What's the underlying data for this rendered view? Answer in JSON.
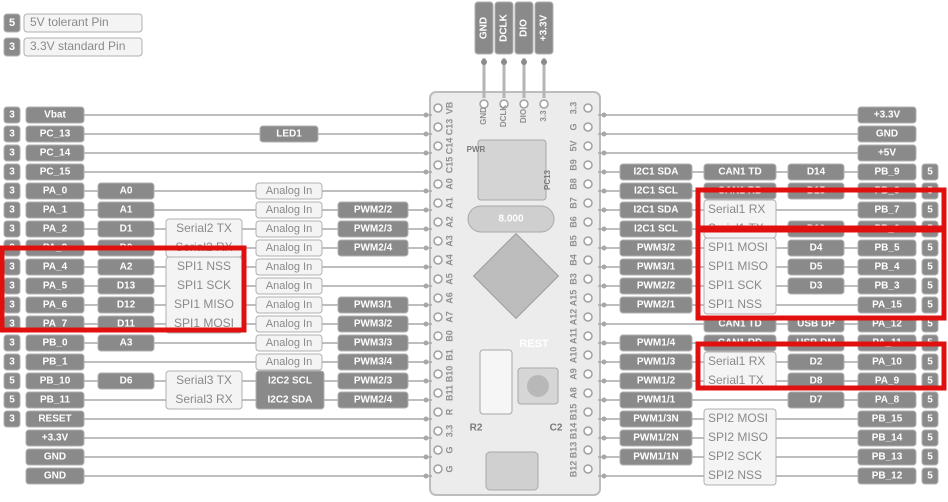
{
  "legend": [
    {
      "num": "5",
      "text": "5V tolerant Pin"
    },
    {
      "num": "3",
      "text": "3.3V standard Pin"
    }
  ],
  "top_header": [
    "GND",
    "DCLK",
    "DIO",
    "+3.3V"
  ],
  "left_pins": [
    {
      "volt": "3",
      "name": "Vbat",
      "tags": [],
      "led": "",
      "analog": "",
      "pwm": ""
    },
    {
      "volt": "3",
      "name": "PC_13",
      "tags": [],
      "led": "LED1",
      "analog": "",
      "pwm": ""
    },
    {
      "volt": "3",
      "name": "PC_14",
      "tags": [],
      "led": "",
      "analog": "",
      "pwm": ""
    },
    {
      "volt": "3",
      "name": "PC_15",
      "tags": [],
      "led": "",
      "analog": "",
      "pwm": ""
    },
    {
      "volt": "3",
      "name": "PA_0",
      "tags": [
        "A0"
      ],
      "led": "",
      "analog": "Analog In",
      "pwm": ""
    },
    {
      "volt": "3",
      "name": "PA_1",
      "tags": [
        "A1"
      ],
      "led": "",
      "analog": "Analog In",
      "pwm": "PWM2/2"
    },
    {
      "volt": "3",
      "name": "PA_2",
      "tags": [
        "D1"
      ],
      "led": "",
      "analog": "Analog In",
      "pwm": "PWM2/3"
    },
    {
      "volt": "3",
      "name": "PA_3",
      "tags": [
        "D0"
      ],
      "led": "",
      "analog": "Analog In",
      "pwm": "PWM2/4"
    },
    {
      "volt": "3",
      "name": "PA_4",
      "tags": [
        "A2"
      ],
      "led": "",
      "analog": "Analog In",
      "pwm": ""
    },
    {
      "volt": "3",
      "name": "PA_5",
      "tags": [
        "D13"
      ],
      "led": "",
      "analog": "Analog In",
      "pwm": ""
    },
    {
      "volt": "3",
      "name": "PA_6",
      "tags": [
        "D12"
      ],
      "led": "",
      "analog": "Analog In",
      "pwm": "PWM3/1"
    },
    {
      "volt": "3",
      "name": "PA_7",
      "tags": [
        "D11"
      ],
      "led": "",
      "analog": "Analog In",
      "pwm": "PWM3/2"
    },
    {
      "volt": "3",
      "name": "PB_0",
      "tags": [
        "A3"
      ],
      "led": "",
      "analog": "Analog In",
      "pwm": "PWM3/3"
    },
    {
      "volt": "3",
      "name": "PB_1",
      "tags": [],
      "led": "",
      "analog": "Analog In",
      "pwm": "PWM3/4"
    },
    {
      "volt": "5",
      "name": "PB_10",
      "tags": [
        "D6"
      ],
      "led": "",
      "analog": "",
      "pwm": "PWM2/3"
    },
    {
      "volt": "5",
      "name": "PB_11",
      "tags": [],
      "led": "",
      "analog": "",
      "pwm": "PWM2/4"
    },
    {
      "volt": "3",
      "name": "RESET",
      "tags": [],
      "led": "",
      "analog": "",
      "pwm": ""
    },
    {
      "volt": "",
      "name": "+3.3V",
      "tags": [],
      "led": "",
      "analog": "",
      "pwm": ""
    },
    {
      "volt": "",
      "name": "GND",
      "tags": [],
      "led": "",
      "analog": "",
      "pwm": ""
    },
    {
      "volt": "",
      "name": "GND",
      "tags": [],
      "led": "",
      "analog": "",
      "pwm": ""
    }
  ],
  "left_groups": [
    {
      "row_start": 6,
      "lines": [
        "Serial2 TX",
        "Serial2 RX"
      ]
    },
    {
      "row_start": 8,
      "lines": [
        "SPI1 NSS",
        "SPI1 SCK",
        "SPI1 MISO",
        "SPI1 MOSI"
      ]
    },
    {
      "row_start": 14,
      "lines": [
        "Serial3 TX",
        "Serial3 RX"
      ],
      "extra": [
        "I2C2 SCL",
        "I2C2 SDA"
      ]
    }
  ],
  "right_pins": [
    {
      "volt": "",
      "name": "+3.3V",
      "d": "",
      "func": "",
      "periph": ""
    },
    {
      "volt": "",
      "name": "GND",
      "d": "",
      "func": "",
      "periph": ""
    },
    {
      "volt": "",
      "name": "+5V",
      "d": "",
      "func": "",
      "periph": ""
    },
    {
      "volt": "5",
      "name": "PB_9",
      "d": "D14",
      "func": "CAN1 TD",
      "periph": "I2C1 SDA"
    },
    {
      "volt": "5",
      "name": "PB_8",
      "d": "D15",
      "func": "CAN1 RD",
      "periph": "I2C1 SCL"
    },
    {
      "volt": "5",
      "name": "PB_7",
      "d": "",
      "func": "",
      "periph": "I2C1 SDA"
    },
    {
      "volt": "5",
      "name": "PB_6",
      "d": "D10",
      "func": "",
      "periph": "I2C1 SCL"
    },
    {
      "volt": "5",
      "name": "PB_5",
      "d": "D4",
      "func": "",
      "periph": "PWM3/2"
    },
    {
      "volt": "5",
      "name": "PB_4",
      "d": "D5",
      "func": "",
      "periph": "PWM3/1"
    },
    {
      "volt": "5",
      "name": "PB_3",
      "d": "D3",
      "func": "",
      "periph": "PWM2/2"
    },
    {
      "volt": "5",
      "name": "PA_15",
      "d": "",
      "func": "",
      "periph": "PWM2/1"
    },
    {
      "volt": "5",
      "name": "PA_12",
      "d": "USB DP",
      "func": "CAN1 TD",
      "periph": ""
    },
    {
      "volt": "5",
      "name": "PA_11",
      "d": "USB DM",
      "func": "CAN1 RD",
      "periph": "PWM1/4"
    },
    {
      "volt": "5",
      "name": "PA_10",
      "d": "D2",
      "func": "",
      "periph": "PWM1/3"
    },
    {
      "volt": "5",
      "name": "PA_9",
      "d": "D8",
      "func": "",
      "periph": "PWM1/2"
    },
    {
      "volt": "5",
      "name": "PA_8",
      "d": "D7",
      "func": "",
      "periph": "PWM1/1"
    },
    {
      "volt": "5",
      "name": "PB_15",
      "d": "",
      "func": "",
      "periph": "PWM1/3N"
    },
    {
      "volt": "5",
      "name": "PB_14",
      "d": "",
      "func": "",
      "periph": "PWM1/2N"
    },
    {
      "volt": "5",
      "name": "PB_13",
      "d": "",
      "func": "",
      "periph": "PWM1/1N"
    },
    {
      "volt": "5",
      "name": "PB_12",
      "d": "",
      "func": "",
      "periph": ""
    }
  ],
  "right_groups": [
    {
      "row_start": 5,
      "lines": [
        "Serial1 RX",
        "Serial1 TX"
      ]
    },
    {
      "row_start": 7,
      "lines": [
        "SPI1 MOSI",
        "SPI1 MISO",
        "SPI1 SCK",
        "SPI1 NSS"
      ]
    },
    {
      "row_start": 13,
      "lines": [
        "Serial1 RX",
        "Serial1 TX"
      ]
    },
    {
      "row_start": 16,
      "lines": [
        "SPI2 MOSI",
        "SPI2 MISO",
        "SPI2 SCK",
        "SPI2 NSS"
      ]
    }
  ],
  "board": {
    "left_labels": [
      "VB",
      "C13",
      "C14",
      "C15",
      "A0",
      "A1",
      "A2",
      "A3",
      "A4",
      "A5",
      "A6",
      "A7",
      "B0",
      "B1",
      "B10",
      "B11",
      "R",
      "3.3",
      "G",
      "G"
    ],
    "right_labels": [
      "3.3",
      "G",
      "5V",
      "B9",
      "B8",
      "B7",
      "B6",
      "B5",
      "B4",
      "B3",
      "A15",
      "A12",
      "A11",
      "A10",
      "A9",
      "A8",
      "B15",
      "B14",
      "B13",
      "B12"
    ],
    "header_labels": [
      "GND",
      "DCLK",
      "DIO",
      "3.3"
    ],
    "crystal": "8.000",
    "reset": "REST",
    "small": [
      "R2",
      "C2",
      "PWR",
      "PC13"
    ]
  },
  "colors": {
    "highlight": "#e01010",
    "box_fill": "#f4f4f4",
    "dark_fill": "#8a8a8a",
    "board": "#ececec"
  }
}
